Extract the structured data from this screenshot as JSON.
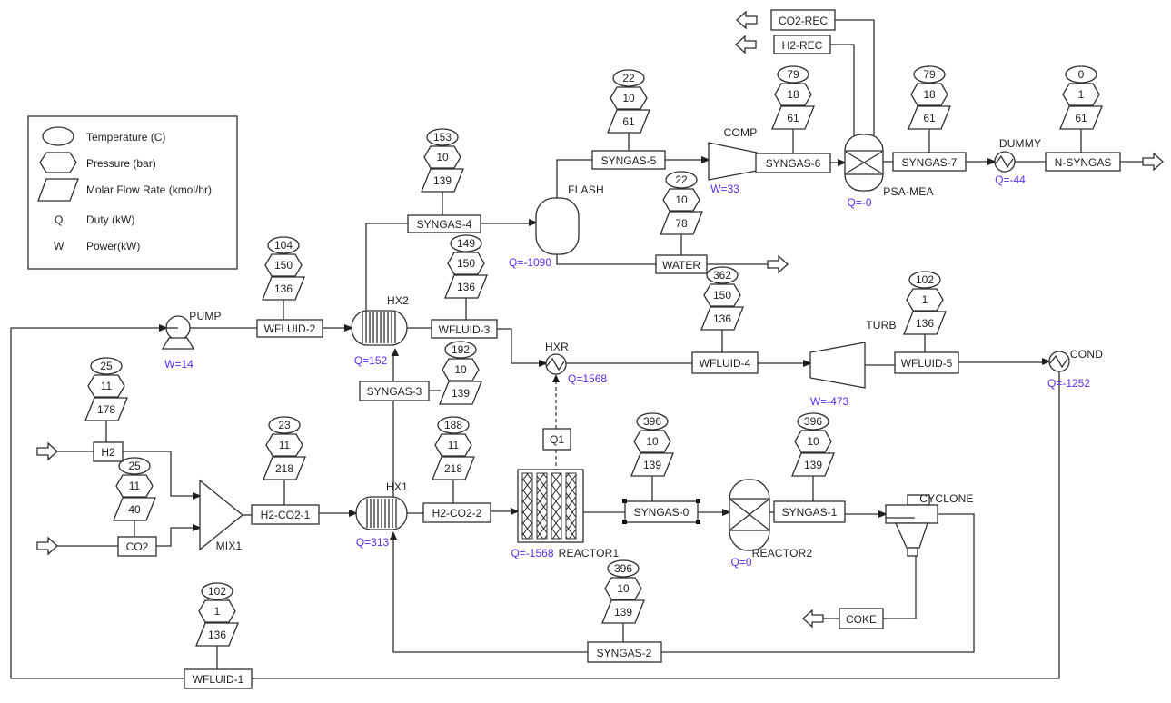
{
  "colors": {
    "duty_power_text": "#5a2df0",
    "line": "#2f2f2f",
    "background": "#ffffff"
  },
  "legend": {
    "temperature": "Temperature (C)",
    "pressure": "Pressure (bar)",
    "flow": "Molar Flow Rate (kmol/hr)",
    "q_symbol": "Q",
    "q_label": "Duty (kW)",
    "w_symbol": "W",
    "w_label": "Power(kW)"
  },
  "streams": {
    "h2": {
      "label": "H2",
      "t": "25",
      "p": "11",
      "f": "178"
    },
    "co2": {
      "label": "CO2",
      "t": "25",
      "p": "11",
      "f": "40"
    },
    "h2co2_1": {
      "label": "H2-CO2-1",
      "t": "23",
      "p": "11",
      "f": "218"
    },
    "h2co2_2": {
      "label": "H2-CO2-2",
      "t": "188",
      "p": "11",
      "f": "218"
    },
    "syngas0": {
      "label": "SYNGAS-0",
      "t": "396",
      "p": "10",
      "f": "139"
    },
    "syngas1": {
      "label": "SYNGAS-1",
      "t": "396",
      "p": "10",
      "f": "139"
    },
    "syngas2": {
      "label": "SYNGAS-2",
      "t": "396",
      "p": "10",
      "f": "139"
    },
    "syngas3": {
      "label": "SYNGAS-3",
      "t": "192",
      "p": "10",
      "f": "139"
    },
    "syngas4": {
      "label": "SYNGAS-4",
      "t": "153",
      "p": "10",
      "f": "139"
    },
    "syngas5": {
      "label": "SYNGAS-5",
      "t": "22",
      "p": "10",
      "f": "61"
    },
    "syngas6": {
      "label": "SYNGAS-6",
      "t": "79",
      "p": "18",
      "f": "61"
    },
    "syngas7": {
      "label": "SYNGAS-7",
      "t": "79",
      "p": "18",
      "f": "61"
    },
    "nsyngas": {
      "label": "N-SYNGAS",
      "t": "0",
      "p": "1",
      "f": "61"
    },
    "water": {
      "label": "WATER",
      "t": "22",
      "p": "10",
      "f": "78"
    },
    "wfluid1": {
      "label": "WFLUID-1",
      "t": "102",
      "p": "1",
      "f": "136"
    },
    "wfluid2": {
      "label": "WFLUID-2",
      "t": "104",
      "p": "150",
      "f": "136"
    },
    "wfluid3": {
      "label": "WFLUID-3",
      "t": "149",
      "p": "150",
      "f": "136"
    },
    "wfluid4": {
      "label": "WFLUID-4",
      "t": "362",
      "p": "150",
      "f": "136"
    },
    "wfluid5": {
      "label": "WFLUID-5",
      "t": "102",
      "p": "1",
      "f": "136"
    },
    "co2rec": {
      "label": "CO2-REC"
    },
    "h2rec": {
      "label": "H2-REC"
    },
    "coke": {
      "label": "COKE"
    },
    "q1": {
      "label": "Q1"
    }
  },
  "equipment": {
    "pump": {
      "label": "PUMP",
      "value": "W=14"
    },
    "mix1": {
      "label": "MIX1"
    },
    "hx1": {
      "label": "HX1",
      "value": "Q=313"
    },
    "hx2": {
      "label": "HX2",
      "value": "Q=152"
    },
    "hxr": {
      "label": "HXR",
      "value": "Q=1568"
    },
    "reactor1": {
      "label": "REACTOR1",
      "value": "Q=-1568"
    },
    "reactor2": {
      "label": "REACTOR2",
      "value": "Q=0"
    },
    "cyclone": {
      "label": "CYCLONE"
    },
    "flash": {
      "label": "FLASH",
      "value": "Q=-1090"
    },
    "comp": {
      "label": "COMP",
      "value": "W=33"
    },
    "psamea": {
      "label": "PSA-MEA",
      "value": "Q=-0"
    },
    "dummy": {
      "label": "DUMMY",
      "value": "Q=-44"
    },
    "turb": {
      "label": "TURB",
      "value": "W=-473"
    },
    "cond": {
      "label": "COND",
      "value": "Q=-1252"
    }
  }
}
